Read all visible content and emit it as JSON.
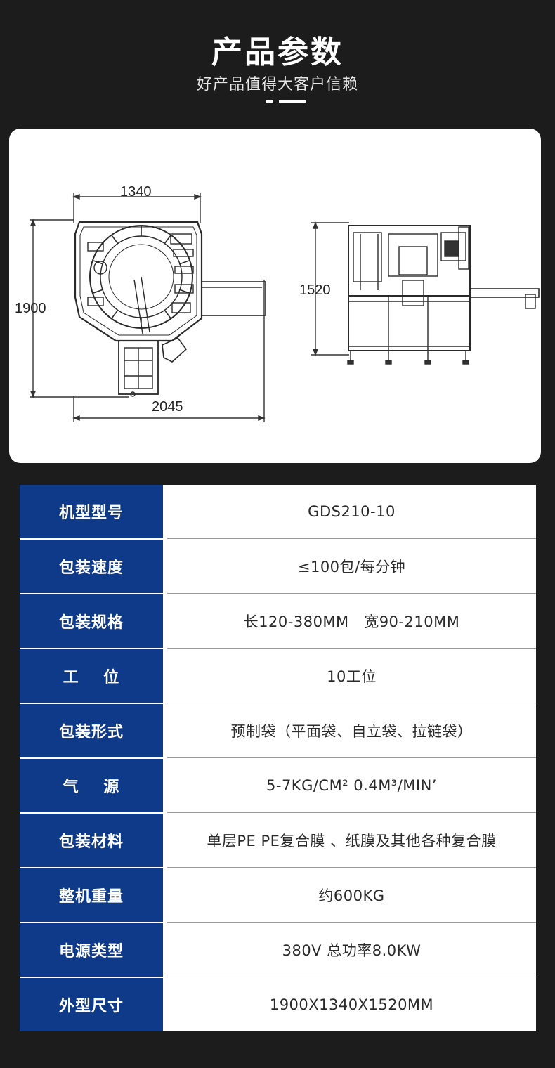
{
  "header": {
    "title": "产品参数",
    "subtitle": "好产品值得大客户信赖"
  },
  "drawing": {
    "top_view": {
      "width_label": "1340",
      "height_label": "1900",
      "length_label": "2045"
    },
    "side_view": {
      "height_label": "1520"
    }
  },
  "specs": [
    {
      "label": "机型型号",
      "value": "GDS210-10"
    },
    {
      "label": "包装速度",
      "value": "≤100包/每分钟"
    },
    {
      "label": "包装规格",
      "value": "长120-380MM   宽90-210MM"
    },
    {
      "label": "工    位",
      "value": "10工位"
    },
    {
      "label": "包装形式",
      "value": "预制袋（平面袋、自立袋、拉链袋）"
    },
    {
      "label": "气    源",
      "value": "5-7KG/CM² 0.4M³/MIN’"
    },
    {
      "label": "包装材料",
      "value": "单层PE PE复合膜 、纸膜及其他各种复合膜"
    },
    {
      "label": "整机重量",
      "value": "约600KG"
    },
    {
      "label": "电源类型",
      "value": "380V 总功率8.0KW"
    },
    {
      "label": "外型尺寸",
      "value": "1900X1340X1520MM"
    }
  ],
  "colors": {
    "label_bg": "#0f3a8a",
    "page_bg": "#1c1c1c"
  }
}
